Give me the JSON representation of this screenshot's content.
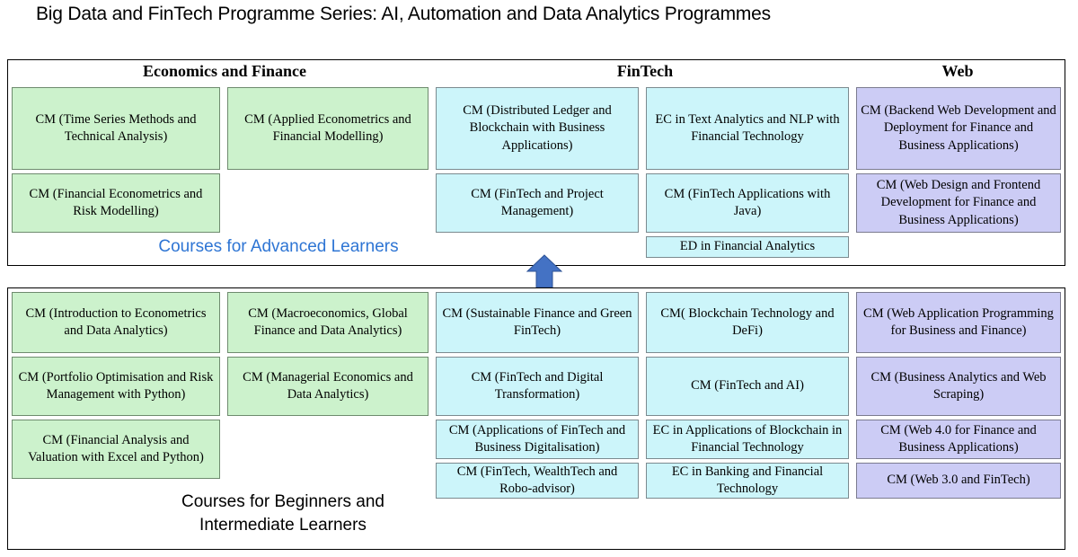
{
  "page": {
    "title": "Big Data and FinTech Programme Series: AI, Automation and Data Analytics Programmes"
  },
  "colors": {
    "economics_finance": "#CCF2CC",
    "fintech": "#CCF5FA",
    "web": "#CCCCF5",
    "arrow": "#4472C4",
    "advanced_caption": "#2E75D4"
  },
  "headers": {
    "economics_finance": "Economics and Finance",
    "fintech": "FinTech",
    "web": "Web"
  },
  "advanced_panel": {
    "caption": "Courses for Advanced Learners",
    "columns": [
      {
        "group": "economics-finance",
        "cards": [
          "CM (Time Series Methods and Technical Analysis)",
          "CM (Financial Econometrics and Risk Modelling)"
        ]
      },
      {
        "group": "economics-finance",
        "cards": [
          "CM (Applied Econometrics and Financial Modelling)"
        ]
      },
      {
        "group": "fintech",
        "cards": [
          "CM (Distributed Ledger and Blockchain with Business Applications)",
          "CM (FinTech and Project Management)"
        ]
      },
      {
        "group": "fintech",
        "cards": [
          "EC in Text Analytics and NLP with Financial Technology",
          "CM (FinTech Applications with Java)",
          "ED in Financial Analytics"
        ]
      },
      {
        "group": "web",
        "cards": [
          "CM (Backend Web Development and Deployment for Finance and Business Applications)",
          "CM (Web Design and Frontend Development for Finance and Business Applications)"
        ]
      }
    ]
  },
  "beginner_panel": {
    "caption_line1": "Courses for Beginners and",
    "caption_line2": "Intermediate Learners",
    "columns": [
      {
        "group": "economics-finance",
        "cards": [
          "CM (Introduction to Econometrics and Data Analytics)",
          "CM (Portfolio Optimisation and Risk Management with Python)",
          "CM (Financial Analysis and Valuation with Excel and Python)"
        ]
      },
      {
        "group": "economics-finance",
        "cards": [
          "CM (Macroeconomics, Global Finance and Data Analytics)",
          "CM (Managerial Economics and Data Analytics)"
        ]
      },
      {
        "group": "fintech",
        "cards": [
          "CM (Sustainable Finance and Green FinTech)",
          "CM (FinTech and Digital Transformation)",
          "CM (Applications of FinTech and Business Digitalisation)",
          "CM (FinTech, WealthTech and Robo-advisor)"
        ]
      },
      {
        "group": "fintech",
        "cards": [
          "CM( Blockchain Technology and DeFi)",
          "CM (FinTech and AI)",
          "EC in Applications of Blockchain in Financial Technology",
          "EC in Banking and Financial Technology"
        ]
      },
      {
        "group": "web",
        "cards": [
          "CM (Web Application Programming for Business and Finance)",
          "CM (Business Analytics and Web Scraping)",
          "CM (Web 4.0 for Finance and Business Applications)",
          "CM (Web 3.0 and FinTech)"
        ]
      }
    ]
  },
  "arrow": {
    "icon": "arrow-up-icon",
    "direction": "up"
  }
}
